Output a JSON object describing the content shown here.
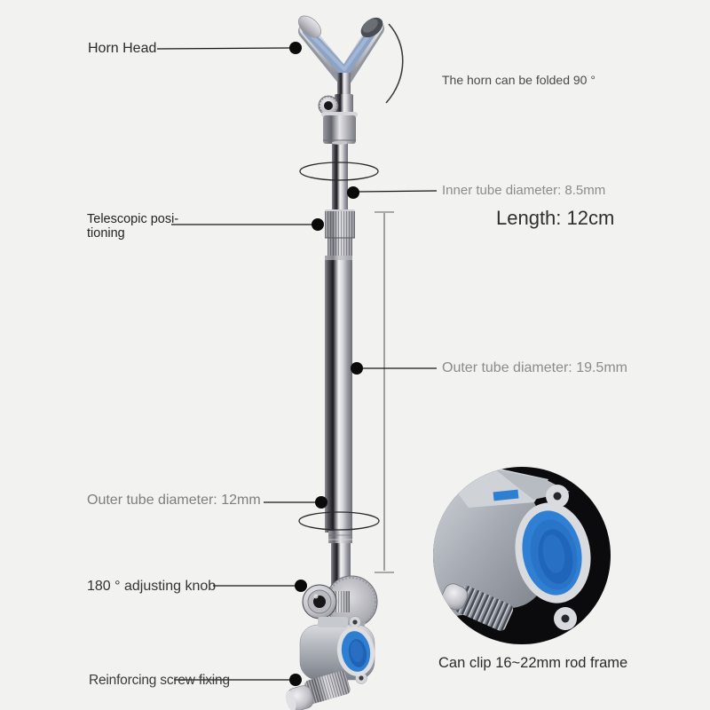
{
  "title": "Fishing rod holder bracket product diagram",
  "colors": {
    "background": "#f2f2f1",
    "leader_line": "#151515",
    "callout_dot": "#0a0a0a",
    "gray_label": "#8c8c8c",
    "dark_label": "#2b2b2b",
    "horn_liner_blue": "#8ba4c6",
    "clamp_liner_blue": "#2e7ed2",
    "inset_background": "#0b0b0d",
    "metal_highlight": "#f2f2f4",
    "metal_shadow": "#1b1b21"
  },
  "callouts": {
    "horn_head": {
      "label": "Horn Head"
    },
    "fold_note": {
      "label": "The horn can be folded 90 °"
    },
    "inner_tube": {
      "label": "Inner tube diameter: 8.5mm"
    },
    "length": {
      "label": "Length: 12cm"
    },
    "telescopic": {
      "line1": "Telescopic posi-",
      "line2": "tioning"
    },
    "outer_tube_upper": {
      "label": "Outer tube diameter: 19.5mm"
    },
    "outer_tube_lower": {
      "label": "Outer tube diameter: 12mm"
    },
    "adjusting_knob": {
      "label": "180 ° adjusting knob"
    },
    "screw_fixing": {
      "label": "Reinforcing screw fixing"
    },
    "clip_range": {
      "label": "Can clip 16~22mm rod frame"
    }
  }
}
